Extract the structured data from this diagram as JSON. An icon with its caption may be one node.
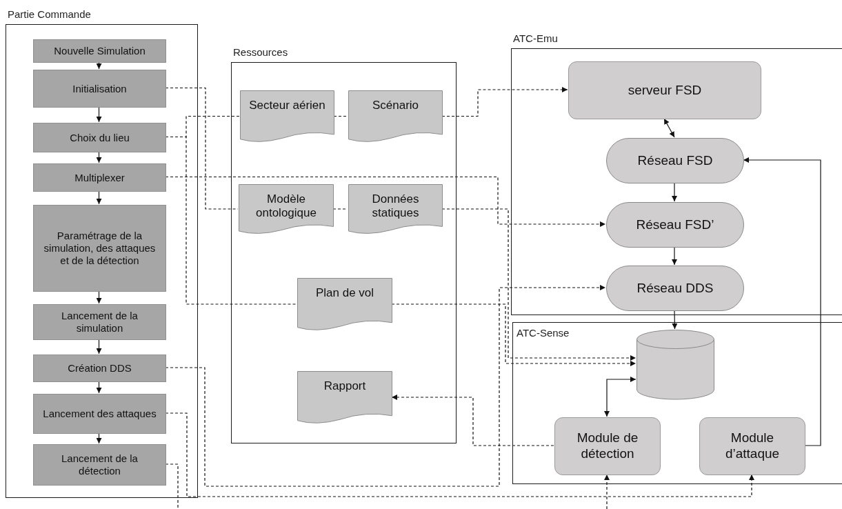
{
  "diagram": {
    "nodes": [
      {
        "text": [
          "Partie Commande"
        ]
      },
      {
        "text": [
          "Nouvelle Simulation"
        ],
        "in": 0
      },
      {
        "text": [
          "Initialisation"
        ],
        "in": 0
      },
      {
        "text": [
          "Choix du lieu"
        ],
        "in": 0
      },
      {
        "text": [
          "Multiplexer"
        ],
        "in": 0
      },
      {
        "text": [
          "Paramétrage de la simulation, des attaques et de la détection"
        ],
        "in": 0
      },
      {
        "text": [
          "Lancement de la simulation"
        ],
        "in": 0
      },
      {
        "text": [
          "Création DDS"
        ],
        "in": 0
      },
      {
        "text": [
          "Lancement des attaques"
        ],
        "in": 0
      },
      {
        "text": [
          "Lancement de la détection"
        ],
        "in": 0
      },
      {
        "text": [
          "Ressources"
        ]
      },
      {
        "text": [
          "Secteur aérien"
        ],
        "in": 10
      },
      {
        "text": [
          "Scénario"
        ],
        "in": 10
      },
      {
        "text": [
          "Modèle ontologique"
        ],
        "in": 10
      },
      {
        "text": [
          "Données statiques"
        ],
        "in": 10
      },
      {
        "text": [
          "Plan de vol"
        ],
        "in": 10
      },
      {
        "text": [
          "Rapport"
        ],
        "in": 10
      },
      {
        "text": [
          "ATC-Emu"
        ]
      },
      {
        "text": [
          "serveur FSD"
        ],
        "in": 17
      },
      {
        "text": [
          "Réseau FSD"
        ],
        "in": 17
      },
      {
        "text": [
          "Réseau FSD’"
        ],
        "in": 17
      },
      {
        "text": [
          "Réseau DDS"
        ],
        "in": 17
      },
      {
        "text": [
          "ATC-Sense"
        ]
      },
      {
        "text": [],
        "shape": "cylinder",
        "in": 22
      },
      {
        "text": [
          "Module de détection"
        ],
        "in": 22
      },
      {
        "text": [
          "Module d’attaque"
        ],
        "in": 22
      }
    ],
    "edges": [
      {
        "from": 1,
        "to": 2,
        "arrow": "to"
      },
      {
        "from": 2,
        "to": 3,
        "arrow": "to"
      },
      {
        "from": 3,
        "to": 4,
        "arrow": "to"
      },
      {
        "from": 4,
        "to": 5,
        "arrow": "to"
      },
      {
        "from": 5,
        "to": 6,
        "arrow": "to"
      },
      {
        "from": 6,
        "to": 7,
        "arrow": "to"
      },
      {
        "from": 7,
        "to": 8,
        "arrow": "to"
      },
      {
        "from": 8,
        "to": 9,
        "arrow": "to"
      },
      {
        "from": 2,
        "to": 13,
        "arrow": "none",
        "style": "dashed"
      },
      {
        "from": 3,
        "to": 11,
        "arrow": "none",
        "style": "dashed"
      },
      {
        "from": 3,
        "to": 15,
        "arrow": "none",
        "style": "dashed"
      },
      {
        "from": 11,
        "to": 12,
        "arrow": "none",
        "style": "dashed"
      },
      {
        "from": 12,
        "to": 18,
        "arrow": "to",
        "style": "dashed"
      },
      {
        "from": 13,
        "to": 14,
        "arrow": "none",
        "style": "dashed"
      },
      {
        "from": 4,
        "to": 20,
        "arrow": "to",
        "style": "dashed"
      },
      {
        "from": 14,
        "to": 23,
        "arrow": "to",
        "style": "dashed"
      },
      {
        "from": 15,
        "to": 23,
        "arrow": "to",
        "style": "dashed"
      },
      {
        "from": 7,
        "to": 21,
        "arrow": "to",
        "style": "dashed"
      },
      {
        "from": 24,
        "to": 16,
        "arrow": "to",
        "style": "dashed"
      },
      {
        "from": 8,
        "to": 25,
        "arrow": "to",
        "style": "dashed"
      },
      {
        "from": 9,
        "to": null,
        "arrow": "none",
        "style": "dashed"
      },
      {
        "from": null,
        "to": 24,
        "arrow": "to",
        "style": "dashed"
      },
      {
        "from": 18,
        "to": 19,
        "arrow": "both"
      },
      {
        "from": 19,
        "to": 20,
        "arrow": "to"
      },
      {
        "from": 20,
        "to": 21,
        "arrow": "to"
      },
      {
        "from": 21,
        "to": 23,
        "arrow": "to"
      },
      {
        "from": 25,
        "to": 19,
        "arrow": "to"
      },
      {
        "from": 24,
        "to": 23,
        "arrow": "both"
      }
    ]
  }
}
